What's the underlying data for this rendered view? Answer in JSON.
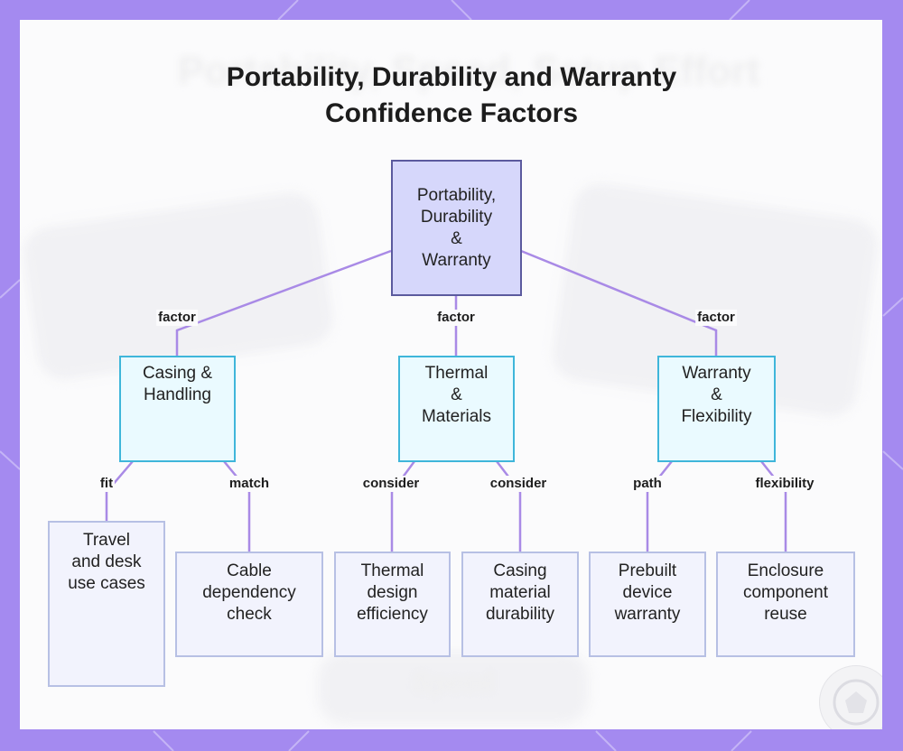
{
  "diagram": {
    "title_lines": [
      "Portability, Durability and Warranty",
      "Confidence Factors"
    ],
    "background_title": "Portability, Speed, Setup Effort",
    "background_text": "Speed",
    "root": {
      "label": "Portability,\nDurability\n&\nWarranty"
    },
    "branches": [
      {
        "label": "Casing &\nHandling",
        "edge_label": "factor",
        "children": [
          {
            "label": "Travel\nand desk\nuse cases",
            "edge_label": "fit"
          },
          {
            "label": "Cable\ndependency\ncheck",
            "edge_label": "match"
          }
        ]
      },
      {
        "label": "Thermal\n&\nMaterials",
        "edge_label": "factor",
        "children": [
          {
            "label": "Thermal\ndesign\nefficiency",
            "edge_label": "consider"
          },
          {
            "label": "Casing\nmaterial\ndurability",
            "edge_label": "consider"
          }
        ]
      },
      {
        "label": "Warranty\n&\nFlexibility",
        "edge_label": "factor",
        "children": [
          {
            "label": "Prebuilt\ndevice\nwarranty",
            "edge_label": "path"
          },
          {
            "label": "Enclosure\ncomponent\nreuse",
            "edge_label": "flexibility"
          }
        ]
      }
    ],
    "colors": {
      "frame": "#a48af0",
      "edge": "#a98ae6",
      "root_fill": "#d6d7fb",
      "root_border": "#5b5a9e",
      "branch_fill": "#eafaff",
      "branch_border": "#3fb6da",
      "leaf_fill": "#f2f3fd",
      "leaf_border": "#b7c0e4"
    },
    "logo_icon": "brand-logo-icon"
  }
}
